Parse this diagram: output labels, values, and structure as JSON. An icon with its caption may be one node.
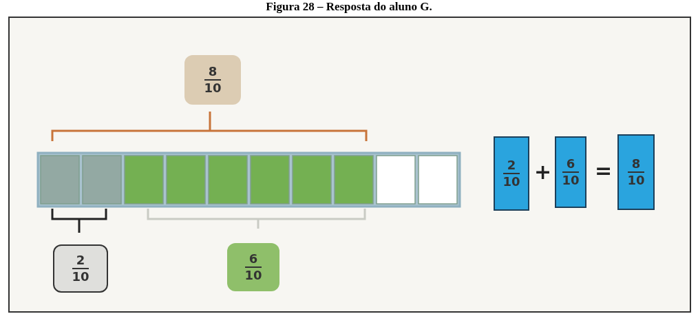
{
  "diagram": {
    "title": "Figura 28 – Resposta do aluno G.",
    "nodes": [
      {
        "text": [
          "8",
          "10"
        ]
      },
      {
        "text": [
          "2",
          "10"
        ]
      },
      {
        "text": [
          "6",
          "10"
        ]
      },
      {
        "text": [
          "2",
          "10"
        ]
      },
      {
        "text": [
          "6",
          "10"
        ]
      },
      {
        "text": [
          "8",
          "10"
        ]
      }
    ],
    "labels": [
      "+",
      "="
    ]
  }
}
